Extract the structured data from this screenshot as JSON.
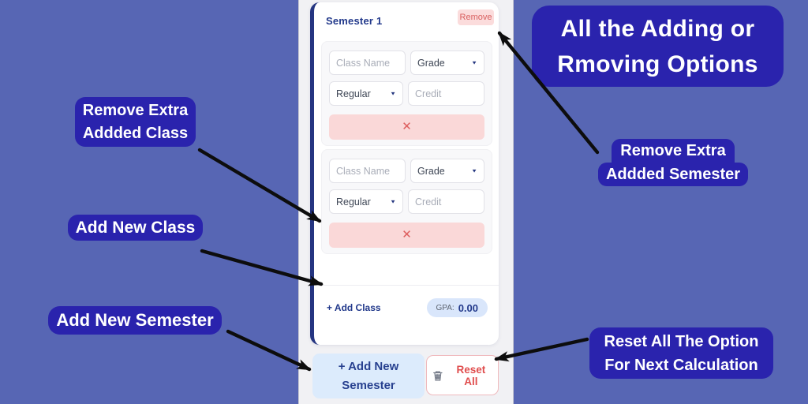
{
  "app": {
    "semester_title": "Semester 1",
    "remove_button": "Remove",
    "class_rows": [
      {
        "class_name_placeholder": "Class Name",
        "grade_value": "Grade",
        "type_value": "Regular",
        "credit_placeholder": "Credit",
        "delete_symbol": "✕"
      },
      {
        "class_name_placeholder": "Class Name",
        "grade_value": "Grade",
        "type_value": "Regular",
        "credit_placeholder": "Credit",
        "delete_symbol": "✕"
      }
    ],
    "add_class_label": "+ Add Class",
    "gpa_label": "GPA:",
    "gpa_value": "0.00",
    "add_semester_line1": "+ Add New",
    "add_semester_line2": "Semester",
    "reset_all_label": "Reset All"
  },
  "icons": {
    "caret": "▼",
    "trash": "trash-basket"
  },
  "annotations": {
    "adding_removing_line1": "All the Adding or",
    "adding_removing_line2": "Rmoving Options",
    "remove_class_line1": "Remove Extra",
    "remove_class_line2": "Addded Class",
    "add_class": "Add New Class",
    "add_semester": "Add New Semester",
    "remove_semester_line1": "Remove Extra",
    "remove_semester_line2": "Addded Semester",
    "reset_line1": "Reset All The Option",
    "reset_line2": "For Next Calculation"
  },
  "colors": {
    "background": "#5766b4",
    "annotation_bg": "#2a23ad",
    "navy_accent": "#22398b",
    "danger_text": "#d95f5f",
    "danger_bg": "#fad8d8",
    "gpa_pill_bg": "#d9e6fb",
    "add_semester_bg": "#dcebfc",
    "reset_border": "#efb9bd",
    "arrow": "#0d0d0d"
  }
}
